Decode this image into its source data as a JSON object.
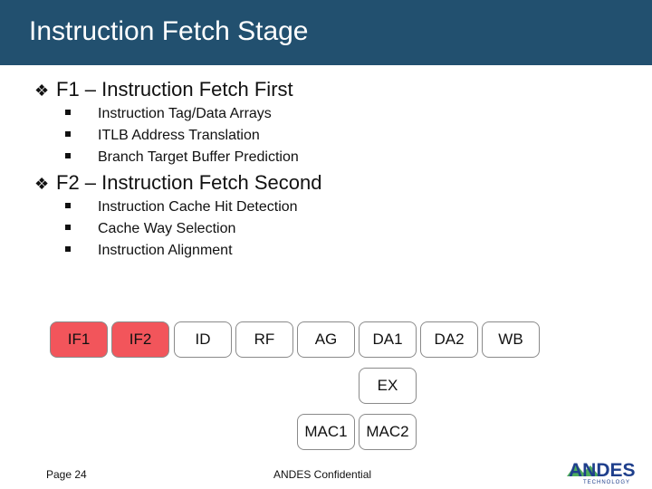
{
  "slide": {
    "title": "Instruction Fetch Stage"
  },
  "sections": [
    {
      "heading": "F1 – Instruction Fetch First",
      "bullets": [
        "Instruction Tag/Data Arrays",
        "ITLB Address Translation",
        "Branch Target Buffer Prediction"
      ]
    },
    {
      "heading": "F2 – Instruction Fetch Second",
      "bullets": [
        "Instruction Cache Hit Detection",
        "Cache Way Selection",
        "Instruction Alignment"
      ]
    }
  ],
  "pipeline": {
    "stages": [
      "IF1",
      "IF2",
      "ID",
      "RF",
      "AG",
      "DA1",
      "DA2",
      "WB"
    ],
    "ex": "EX",
    "mac": [
      "MAC1",
      "MAC2"
    ],
    "highlight_color": "#f2555b"
  },
  "footer": {
    "page": "Page 24",
    "confidential": "ANDES Confidential",
    "logo_text": "ANDES",
    "logo_sub": "TECHNOLOGY"
  }
}
